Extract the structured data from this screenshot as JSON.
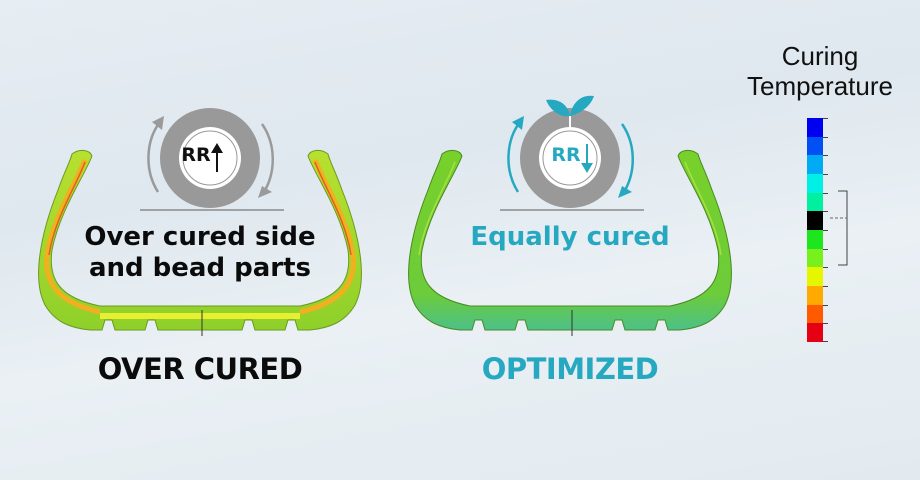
{
  "left_panel": {
    "icon_label": "RR",
    "icon_arrow": "up",
    "description_line1": "Over cured side",
    "description_line2": "and bead parts",
    "caption": "OVER CURED",
    "caption_color": "#0b0b0b",
    "icon_accent_color": "#8c8c8c"
  },
  "right_panel": {
    "icon_label": "RR",
    "icon_arrow": "down",
    "icon_extra": "leaf-sprout",
    "description": "Equally cured",
    "caption": "OPTIMIZED",
    "caption_color": "#26a9c0",
    "icon_accent_color": "#26a9c0"
  },
  "legend": {
    "title_line1": "Curing",
    "title_line2": "Temperature",
    "colors": [
      "#0000f0",
      "#0050f5",
      "#00aaf5",
      "#00f0e6",
      "#00f0a0",
      "#000000",
      "#1ee61e",
      "#78f01e",
      "#e6f500",
      "#ffaa00",
      "#ff5a00",
      "#e60014"
    ],
    "bracket_range": [
      4,
      7
    ],
    "marker_index": 5
  }
}
